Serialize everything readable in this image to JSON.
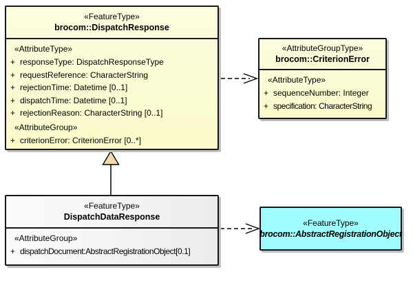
{
  "canvas": {
    "background": "#ffffff"
  },
  "colors": {
    "canvas_bg": "#ffffff",
    "border": "#161616",
    "shadow": "#c0c0c0",
    "box_cyan": "#9FFCFC",
    "box_yellow": "#FBFBCE",
    "box_gray": "#EDEDED",
    "triangle_fill": "#F2D9A9",
    "line": "#000000"
  },
  "boxes": {
    "dispatchResponse": {
      "stereotype": "«FeatureType»",
      "name": "brocom::DispatchResponse",
      "attributeTypeHeader": "«AttributeType»",
      "attributeGroupHeader": "«AttributeGroup»",
      "attributes": [
        {
          "vis": "+",
          "text": "responseType: DispatchResponseType"
        },
        {
          "vis": "+",
          "text": "requestReference: CharacterString"
        },
        {
          "vis": "+",
          "text": "rejectionTime: Datetime [0..1]"
        },
        {
          "vis": "+",
          "text": "dispatchTime: Datetime [0..1]"
        },
        {
          "vis": "+",
          "text": "rejectionReason: CharacterString [0..1]"
        }
      ],
      "groupAttributes": [
        {
          "vis": "+",
          "text": "criterionError: CriterionError [0..*]"
        }
      ]
    },
    "criterionError": {
      "stereotype": "«AttributeGroupType»",
      "name": "brocom::CriterionError",
      "attributeTypeHeader": "«AttributeType»",
      "attributes": [
        {
          "vis": "+",
          "text": "sequenceNumber: Integer"
        },
        {
          "vis": "+",
          "text": "specification: CharacterString"
        }
      ]
    },
    "dispatchDataResponse": {
      "stereotype": "«FeatureType»",
      "name": "DispatchDataResponse",
      "attributeGroupHeader": "«AttributeGroup»",
      "groupAttributes": [
        {
          "vis": "+",
          "text": "dispatchDocument:AbstractRegistrationObject[0.1]"
        }
      ]
    },
    "abstractRegistrationObject": {
      "stereotype": "«FeatureType»",
      "name": "brocom::AbstractRegistrationObject"
    }
  },
  "connectors": [
    {
      "type": "dependency",
      "from": "brocom::DispatchResponse",
      "to": "brocom::CriterionError"
    },
    {
      "type": "generalization",
      "from": "DispatchDataResponse",
      "to": "brocom::DispatchResponse"
    },
    {
      "type": "dependency",
      "from": "DispatchDataResponse",
      "to": "brocom::AbstractRegistrationObject"
    }
  ]
}
